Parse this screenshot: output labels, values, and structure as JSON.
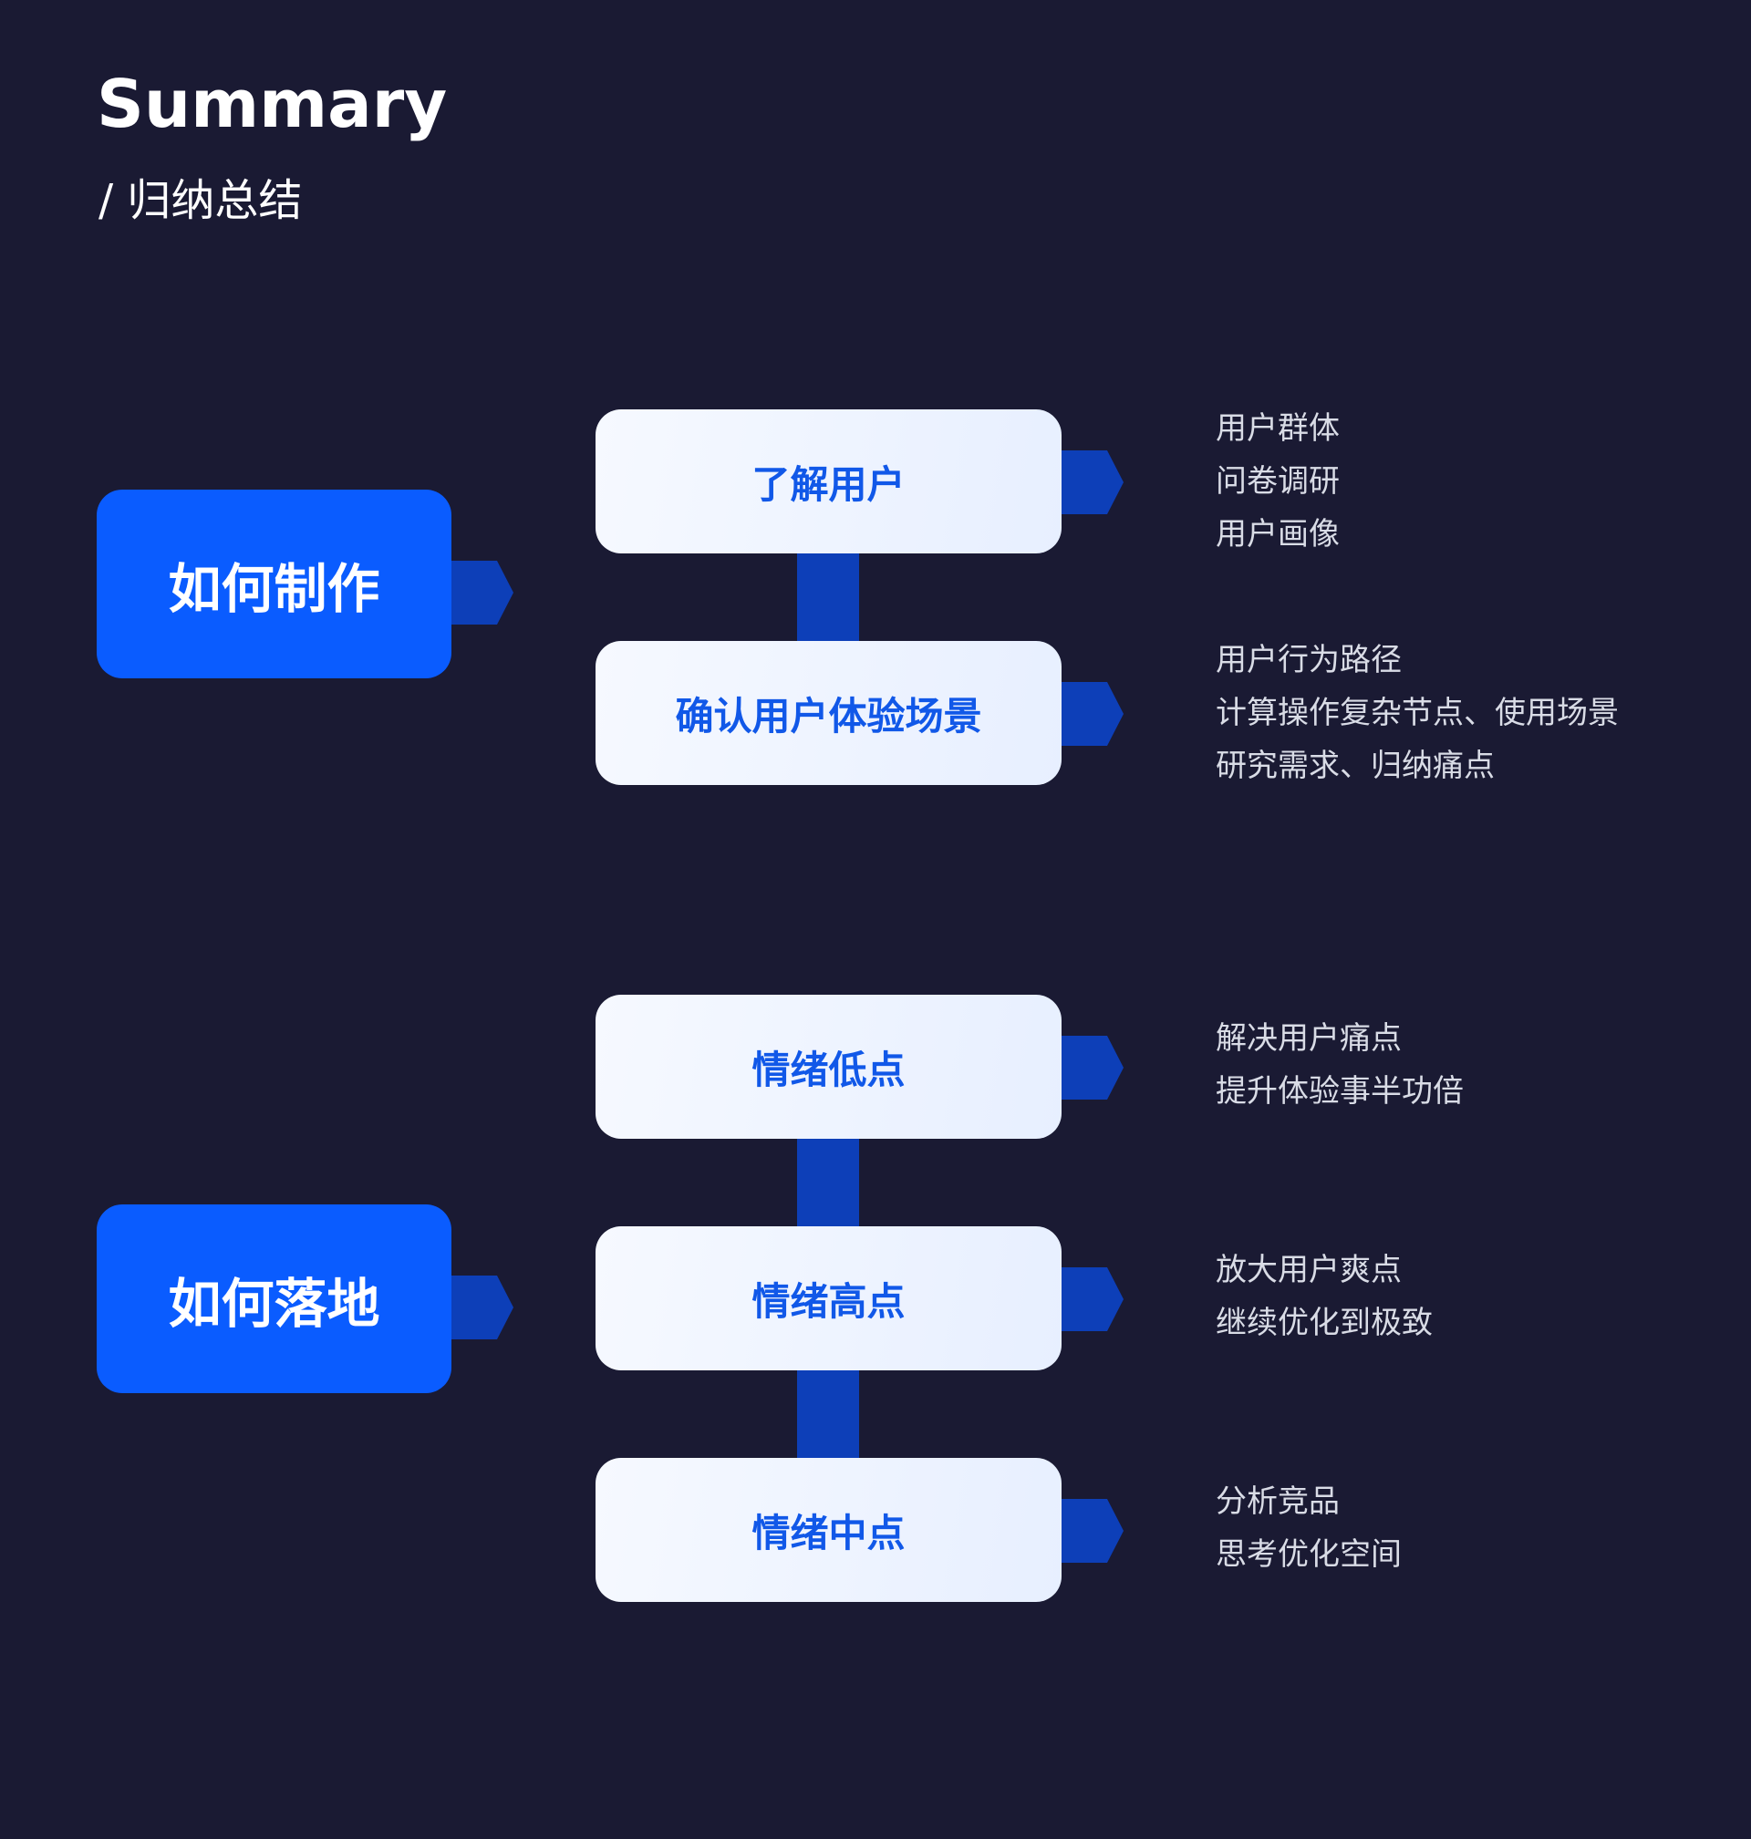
{
  "header": {
    "title": "Summary",
    "subtitle": "/ 归纳总结"
  },
  "colors": {
    "background": "#1a1a33",
    "accent": "#0a5cff",
    "connector": "#0d3fb8",
    "step_text": "#1158e8"
  },
  "sections": [
    {
      "label": "如何制作",
      "steps": [
        {
          "label": "了解用户",
          "details": [
            "用户群体",
            "问卷调研",
            "用户画像"
          ]
        },
        {
          "label": "确认用户体验场景",
          "details": [
            "用户行为路径",
            "计算操作复杂节点、使用场景",
            "研究需求、归纳痛点"
          ]
        }
      ]
    },
    {
      "label": "如何落地",
      "steps": [
        {
          "label": "情绪低点",
          "details": [
            "解决用户痛点",
            "提升体验事半功倍"
          ]
        },
        {
          "label": "情绪高点",
          "details": [
            "放大用户爽点",
            "继续优化到极致"
          ]
        },
        {
          "label": "情绪中点",
          "details": [
            "分析竞品",
            "思考优化空间"
          ]
        }
      ]
    }
  ]
}
